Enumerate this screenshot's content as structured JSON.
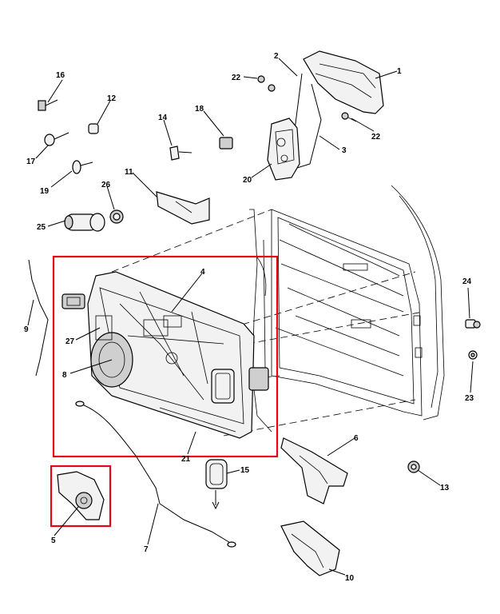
{
  "callouts": {
    "c1": "1",
    "c2": "2",
    "c3": "3",
    "c4": "4",
    "c5": "5",
    "c6": "6",
    "c7": "7",
    "c8": "8",
    "c9": "9",
    "c10": "10",
    "c11": "11",
    "c12": "12",
    "c13": "13",
    "c14": "14",
    "c15": "15",
    "c16": "16",
    "c17": "17",
    "c18": "18",
    "c19": "19",
    "c20": "20",
    "c21": "21",
    "c22a": "22",
    "c22b": "22",
    "c23": "23",
    "c24": "24",
    "c25": "25",
    "c26": "26",
    "c27": "27"
  },
  "colors": {
    "highlight": "#e30613",
    "line": "#000000",
    "fill": "#f2f2f2"
  }
}
